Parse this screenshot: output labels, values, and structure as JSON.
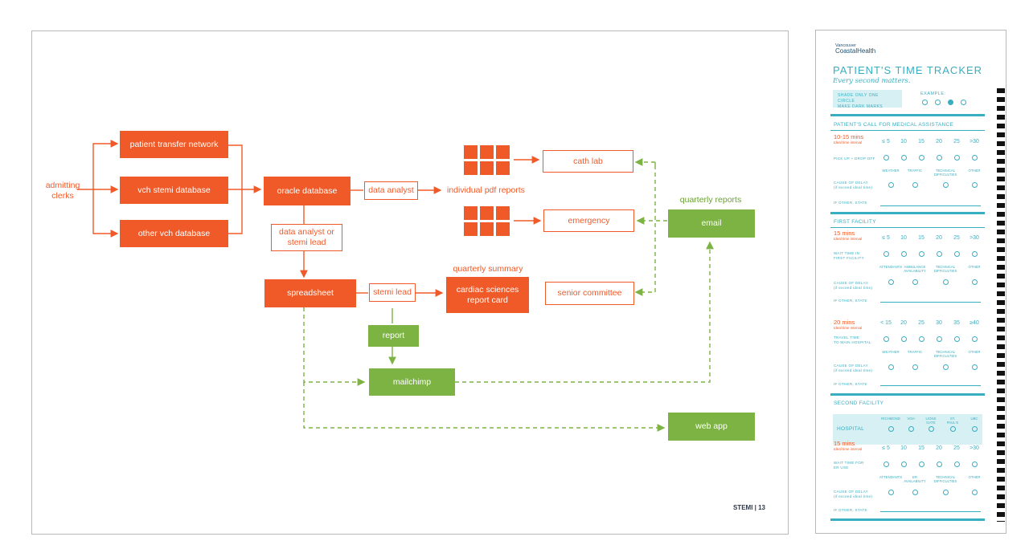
{
  "diagram": {
    "nodes": {
      "admitting_clerks": "admitting\nclerks",
      "patient_transfer_network": "patient transfer network",
      "vch_stemi_database": "vch stemi database",
      "other_vch_database": "other vch database",
      "oracle_database": "oracle database",
      "data_analyst": "data analyst",
      "individual_pdf_reports": "individual pdf reports",
      "cath_lab": "cath lab",
      "emergency": "emergency",
      "quarterly_reports": "quarterly reports",
      "email": "email",
      "data_analyst_or_stemi_lead": "data analyst or\nstemi lead",
      "spreadsheet": "spreadsheet",
      "stemi_lead": "stemi lead",
      "quarterly_summary": "quarterly summary",
      "cardiac_sciences_report_card": "cardiac sciences\nreport card",
      "senior_committee": "senior committee",
      "report": "report",
      "mailchimp": "mailchimp",
      "web_app": "web app"
    },
    "footer": "STEMI | 13",
    "colors": {
      "orange": "#f05a28",
      "green": "#7cb342"
    }
  },
  "tracker": {
    "logo_top": "Vancouver",
    "logo_bottom": "CoastalHealth",
    "title": "PATIENT'S TIME TRACKER",
    "subtitle": "Every second matters.",
    "shade_instruction": "SHADE ONLY ONE CIRCLE\nMAKE DARK MARKS",
    "example_label": "EXAMPLE:",
    "sections": {
      "s1_title": "PATIENT'S CALL FOR MEDICAL ASSISTANCE",
      "s1_range": "10-15 mins",
      "s1_ideal": "Ideal time interval",
      "s1_row1": "PICK UP + DROP OFF",
      "s1_row2": "CAUSE OF DELAY\n(if exceed ideal time)",
      "s1_other": "IF OTHER, STATE",
      "s2_title": "FIRST FACILITY",
      "s2_range": "15 mins",
      "s2_ideal": "Ideal time interval",
      "s2_row1": "WAIT TIME IN\nFIRST FACILITY",
      "s2_row2": "CAUSE OF DELAY\n(if exceed ideal time)",
      "s2_other": "IF OTHER, STATE",
      "s3_range": "20 mins",
      "s3_ideal": "Ideal time interval",
      "s3_row1": "TRAVEL TIME\nTO MAIN HOSPITAL",
      "s3_row2": "CAUSE OF DELAY\n(if exceed ideal time)",
      "s3_other": "IF OTHER, STATE",
      "s4_title": "SECOND FACILITY",
      "s4_hospital": "HOSPITAL",
      "s4_range": "15 mins",
      "s4_ideal": "Ideal time interval",
      "s4_row1": "WAIT TIME FOR\nER USE",
      "s4_row2": "CAUSE OF DELAY\n(if exceed ideal time)",
      "s4_other": "IF OTHER, STATE"
    },
    "scale_a": [
      "≤ 5",
      "10",
      "15",
      "20",
      "25",
      ">30"
    ],
    "scale_b": [
      "< 15",
      "20",
      "25",
      "30",
      "35",
      "≥40"
    ],
    "delay_a": [
      "WEATHER",
      "TRAFFIC",
      "TECHNICAL\nDIFFICULTIES",
      "OTHER"
    ],
    "delay_b": [
      "ATTENDANTS",
      "AMBULANCE\nAVAILABILITY",
      "TECHNICAL\nDIFFICULTIES",
      "OTHER"
    ],
    "delay_c": [
      "ATTENDANTS",
      "ER\nAVAILABILITY",
      "TECHNICAL\nDIFFICULTIES",
      "OTHER"
    ],
    "hospitals": [
      "RICHMOND",
      "VGH",
      "LIONS\nGATE",
      "ST.\nPAUL'S",
      "UBC"
    ],
    "accent": "#39aec0"
  }
}
